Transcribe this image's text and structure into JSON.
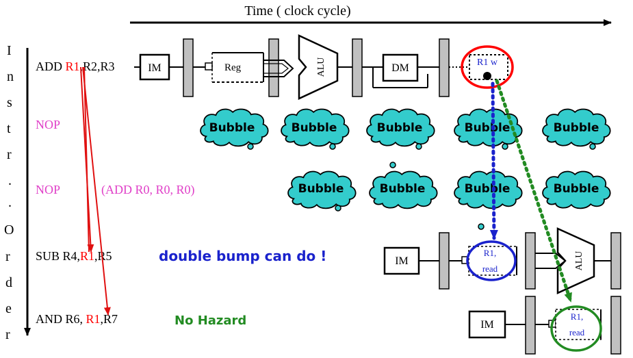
{
  "time_axis": {
    "label": "Time ( clock cycle)"
  },
  "order_axis": {
    "letters": [
      "I",
      "n",
      "s",
      "t",
      "r",
      ".",
      ".",
      "O",
      "r",
      "d",
      "e",
      "r"
    ]
  },
  "instructions": [
    {
      "op": "ADD ",
      "reg": "R1",
      "rest": ",R2,R3"
    },
    {
      "op": "NOP"
    },
    {
      "op": "NOP",
      "note": "(ADD R0, R0, R0)"
    },
    {
      "op": "SUB R4,",
      "reg": "R1",
      "rest": ",R5"
    },
    {
      "op": "AND R6, ",
      "reg": "R1",
      "rest": ",R7"
    }
  ],
  "stages": {
    "im": "IM",
    "reg": "Reg",
    "alu": "ALU",
    "dm": "DM"
  },
  "write_label": "R1 w",
  "read_label": [
    "R1,",
    "read"
  ],
  "bubble_label": "Bubble",
  "annotations": {
    "double_bump": "double bump can do !",
    "no_hazard": "No Hazard"
  },
  "colors": {
    "nop": "#e040c8",
    "reg_highlight": "#ff0000",
    "bubble_fill": "#33cccc",
    "annot_blue": "#1a22cc",
    "annot_green": "#228b22",
    "latch": "#c0c0c0"
  }
}
